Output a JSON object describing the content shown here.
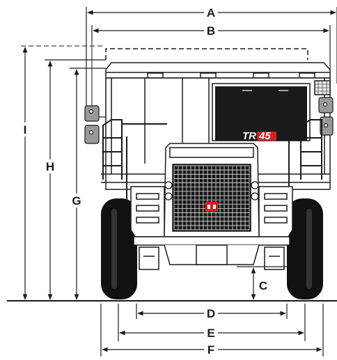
{
  "dimensions": {
    "A": "A",
    "B": "B",
    "C": "C",
    "D": "D",
    "E": "E",
    "F": "F",
    "G": "G",
    "H": "H",
    "I": "I"
  },
  "truck": {
    "model_prefix": "TR",
    "model_number": "45"
  },
  "colors": {
    "line": "#1a1a1a",
    "brand_red": "#d42020",
    "grille": "#ffffff",
    "background": "#ffffff"
  }
}
